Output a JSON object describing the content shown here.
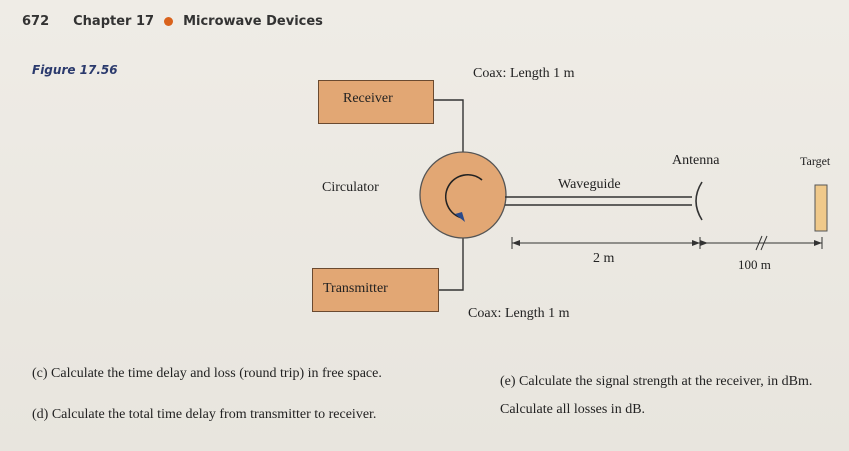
{
  "header": {
    "page_number": "672",
    "chapter": "Chapter 17",
    "section_title": "Microwave Devices",
    "accent_color": "#d9621c"
  },
  "figure": {
    "label": "Figure 17.56",
    "coax_top": "Coax: Length 1 m",
    "coax_bottom": "Coax: Length 1 m",
    "receiver": "Receiver",
    "transmitter": "Transmitter",
    "circulator": "Circulator",
    "waveguide": "Waveguide",
    "antenna": "Antenna",
    "target": "Target",
    "dist_1": "2 m",
    "dist_2": "100 m",
    "box_color": "#e2a774",
    "circulator_color": "#e2a774",
    "target_color": "#f0c98a"
  },
  "questions": {
    "c": "(c) Calculate the time delay and loss (round trip) in free space.",
    "d": "(d) Calculate the total time delay from transmitter to receiver.",
    "e_line1": "(e) Calculate the signal strength at the receiver, in dBm.",
    "e_line2": "Calculate all losses in dB."
  }
}
